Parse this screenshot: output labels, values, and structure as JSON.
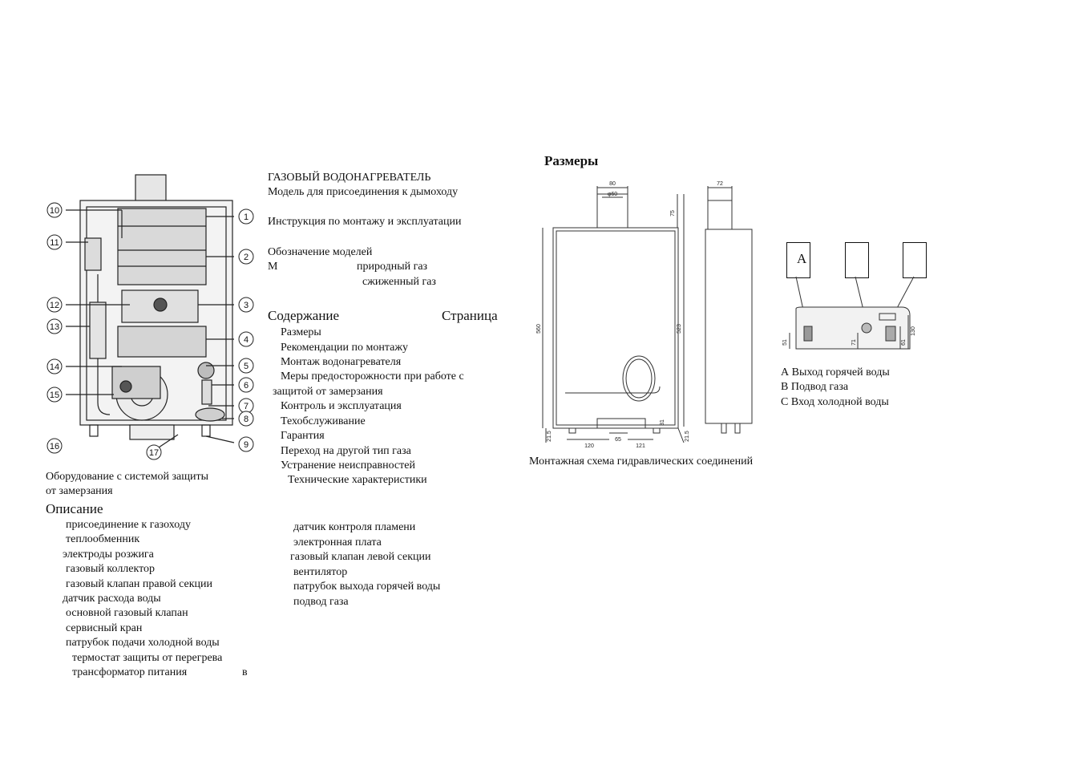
{
  "product": {
    "title": "ГАЗОВЫЙ ВОДОНАГРЕВАТЕЛЬ",
    "subtitle": "Модель для присоединения к дымоходу",
    "instruction": "Инструкция по монтажу и эксплуатации",
    "models_heading": "Обозначение моделей",
    "models_letter": "М",
    "gas_natural": "природный газ",
    "gas_liquefied": "сжиженный газ"
  },
  "contents": {
    "heading": "Содержание",
    "page_label": "Страница",
    "items": [
      "Размеры",
      "Рекомендации по монтажу",
      "Монтаж водонагревателя",
      "Меры предосторожности при работе с",
      "защитой от замерзания",
      "Контроль и эксплуатация",
      "Техобслуживание",
      "Гарантия",
      "Переход на другой тип газа",
      "Устранение неисправностей",
      "Технические характеристики"
    ]
  },
  "equipment_caption": [
    "Оборудование с системой   защиты",
    "от замерзания"
  ],
  "description": {
    "heading": "Описание",
    "left": [
      "присоединение к газоходу",
      "теплообменник",
      "электроды розжига",
      "газовый коллектор",
      "газовый клапан правой секции",
      "датчик  расхода воды",
      "основной газовый клапан",
      "сервисный кран",
      "патрубок подачи холодной воды",
      "термостат защиты от перегрева",
      "трансформатор питания"
    ],
    "left_trailing": "в",
    "right": [
      "датчик контроля пламени",
      "электронная плата",
      "газовый клапан левой секции",
      "вентилятор",
      "патрубок выхода горячей воды",
      "подвод газа"
    ]
  },
  "diagram_callouts": [
    "1",
    "2",
    "3",
    "4",
    "5",
    "6",
    "7",
    "8",
    "9",
    "10",
    "11",
    "12",
    "13",
    "14",
    "15",
    "16",
    "17"
  ],
  "dimensions": {
    "heading": "Размеры",
    "values": [
      "80",
      "φ60",
      "75",
      "72",
      "560",
      "523",
      "21.5",
      "120",
      "65",
      "121",
      "31",
      "21.5"
    ],
    "conn_values": [
      "51",
      "71",
      "61",
      "130"
    ]
  },
  "hydraulic": {
    "caption": "Монтажная схема гидравлических соединений",
    "box_a": "A",
    "legend": [
      "А Выход горячей воды",
      "В  Подвод  газа",
      "С  Вход холодной воды"
    ]
  }
}
